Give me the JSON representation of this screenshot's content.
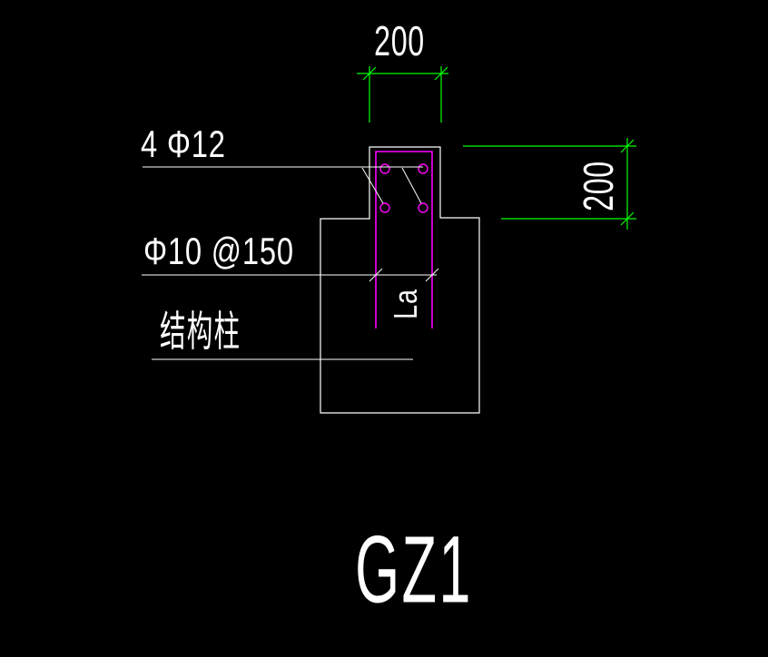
{
  "drawing": {
    "title": "GZ1",
    "labels": {
      "main_rebar": "4 Φ12",
      "stirrup": "Φ10 @150",
      "structural_column": "结构柱",
      "anchorage_length": "La"
    },
    "dimensions": {
      "top_width": "200",
      "right_height": "200"
    },
    "colors": {
      "background": "#000000",
      "outline": "#ffffff",
      "reinforcement": "#ff00ff",
      "dimension_lines": "#00ff00",
      "text": "#ffffff"
    }
  }
}
